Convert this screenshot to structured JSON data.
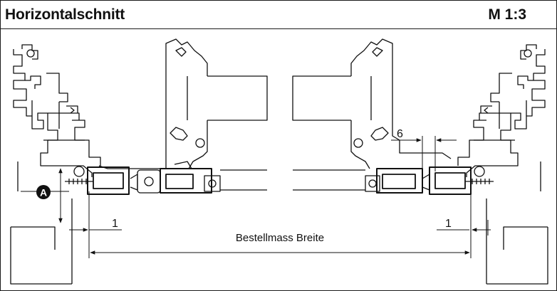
{
  "header": {
    "title": "Horizontalschnitt",
    "scale": "M 1:3"
  },
  "drawing": {
    "callout_label": "A",
    "dim_gap_left": "1",
    "dim_gap_right": "1",
    "dim_clearance": "6",
    "dim_order_width": "Bestellmass Breite"
  }
}
